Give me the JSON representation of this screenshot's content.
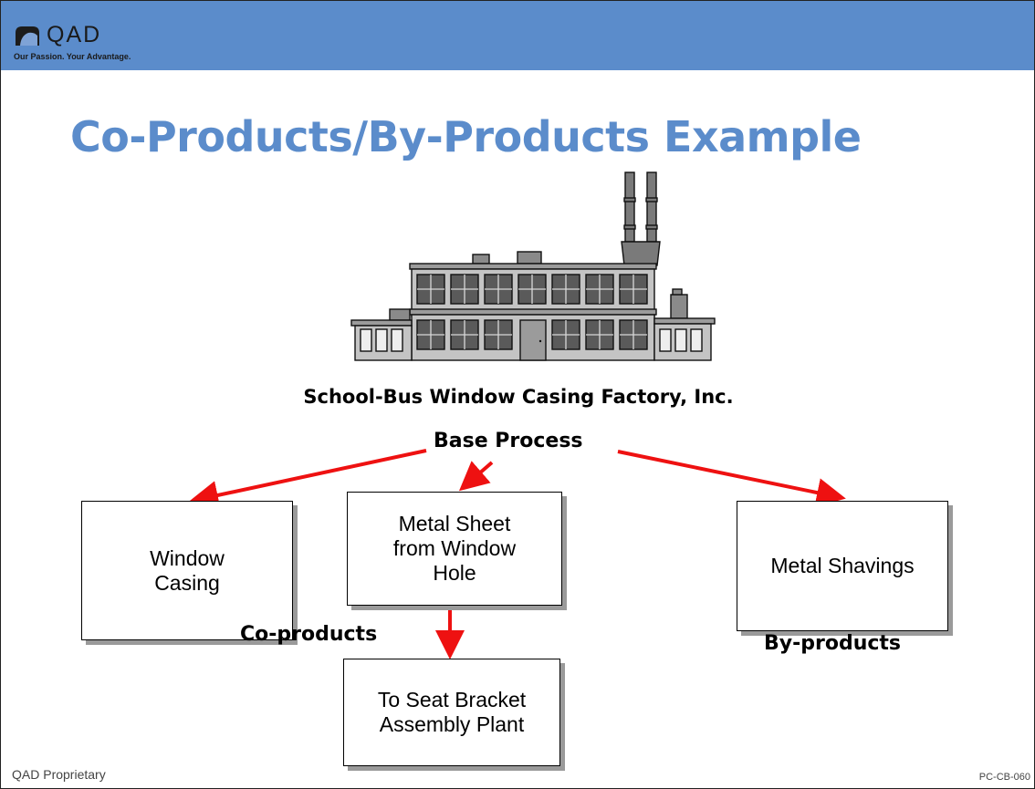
{
  "header": {
    "logo_text": "QAD",
    "tagline": "Our Passion. Your Advantage.",
    "band_color": "#5b8ccb"
  },
  "title": "Co-Products/By-Products Example",
  "title_color": "#5b8ccb",
  "factory": {
    "icon": "factory-icon",
    "caption": "School-Bus Window Casing Factory, Inc."
  },
  "diagram": {
    "base_process_label": "Base Process",
    "arrow_color": "#ee1111",
    "boxes": {
      "window_casing": "Window\nCasing",
      "metal_sheet": "Metal Sheet\nfrom Window\nHole",
      "metal_shavings": "Metal Shavings",
      "seat_bracket": "To Seat Bracket\nAssembly Plant"
    },
    "co_products_label": "Co-products",
    "by_products_label": "By-products"
  },
  "footer": {
    "left": "QAD Proprietary",
    "right": "PC-CB-060"
  }
}
